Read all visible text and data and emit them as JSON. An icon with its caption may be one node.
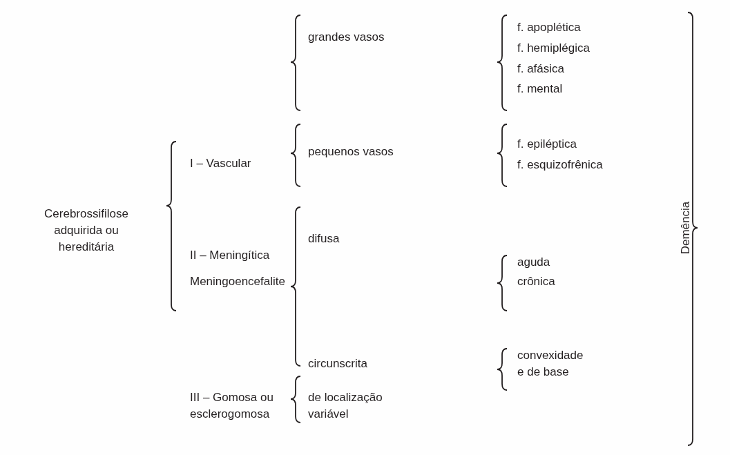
{
  "diagram": {
    "labels": [
      "grandes vasos",
      "f. apoplética",
      "f. hemiplégica",
      "f. afásica",
      "f. mental",
      "I – Vascular",
      "pequenos vasos",
      "f. epiléptica",
      "f. esquizofrênica",
      "Cerebrossifilose adquirida ou hereditária",
      "difusa",
      "aguda",
      "crônica",
      "II – Meningítica",
      "Meningoencefalite",
      "circunscrita",
      "convexidade e de base",
      "III – Gomosa ou esclerogomosa",
      "de localização variável",
      "Demência"
    ]
  }
}
